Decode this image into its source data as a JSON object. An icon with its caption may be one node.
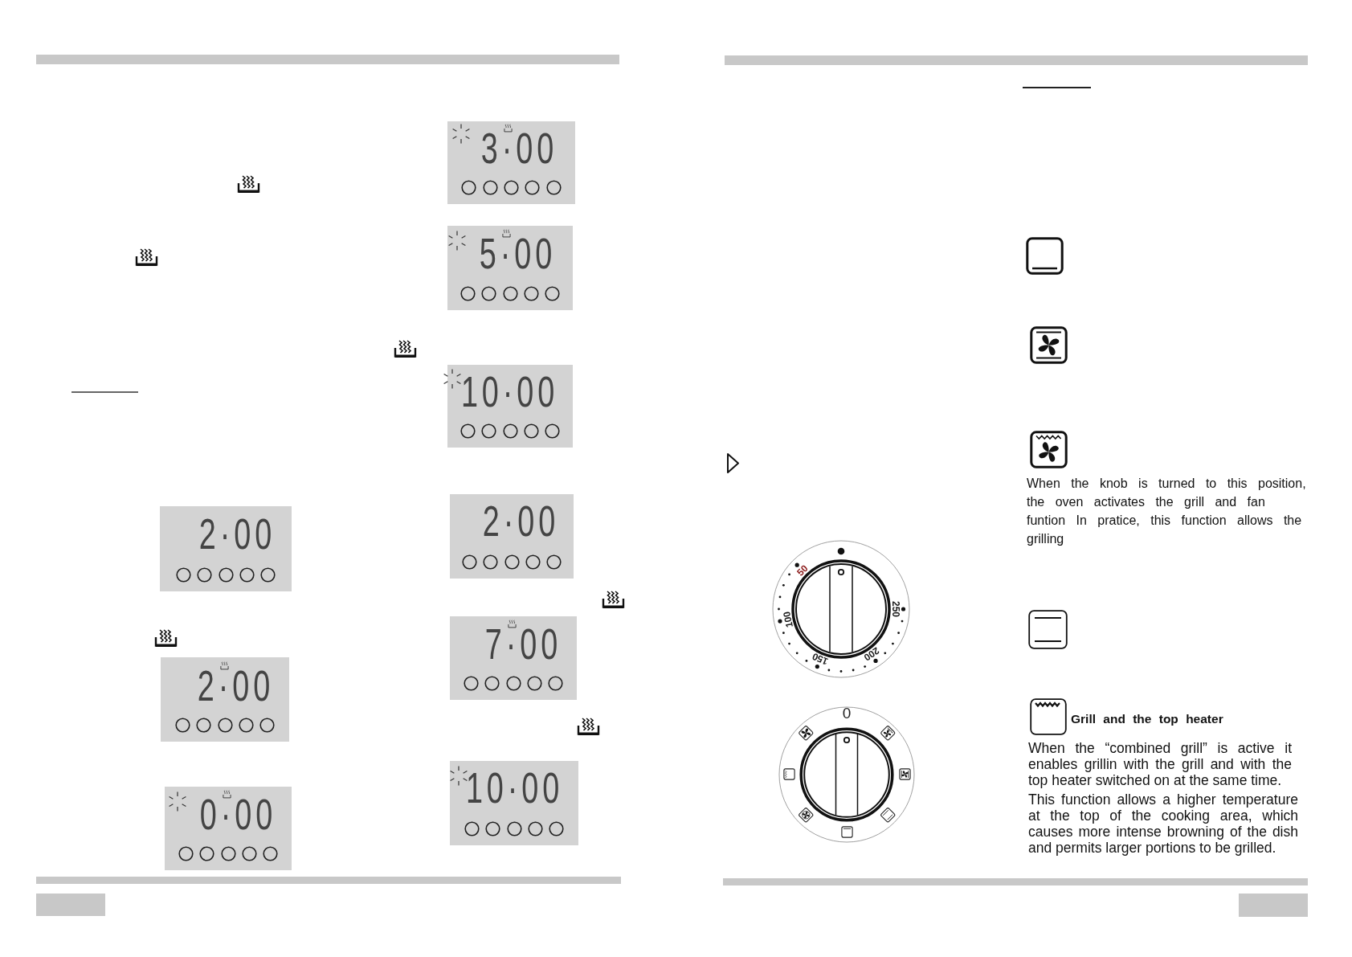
{
  "diagram": {
    "nodes": [
      {
        "text": [
          "3·00"
        ]
      },
      {
        "text": [
          "5·00"
        ]
      },
      {
        "text": [
          "10·00"
        ]
      },
      {
        "text": [
          "2·00"
        ]
      },
      {
        "text": [
          "2·00"
        ]
      },
      {
        "text": [
          "0·00"
        ]
      },
      {
        "text": [
          "2·00"
        ]
      },
      {
        "text": [
          "7·00"
        ]
      },
      {
        "text": [
          "10·00"
        ]
      }
    ],
    "labels": [
      "50",
      "250",
      "100",
      "200",
      "150",
      "0",
      "When the knob is turned to this position, the oven activates the grill and fan funtion In pratice, this function allows the grilling",
      "Grill and the top heater",
      "When the “combined grill” is active it enables grillin with the grill and with the top heater switched on at the same time.",
      "This function allows a higher temperature at the top of the cooking area, which causes more intense browning of the dish and permits larger portions to be grilled."
    ]
  }
}
